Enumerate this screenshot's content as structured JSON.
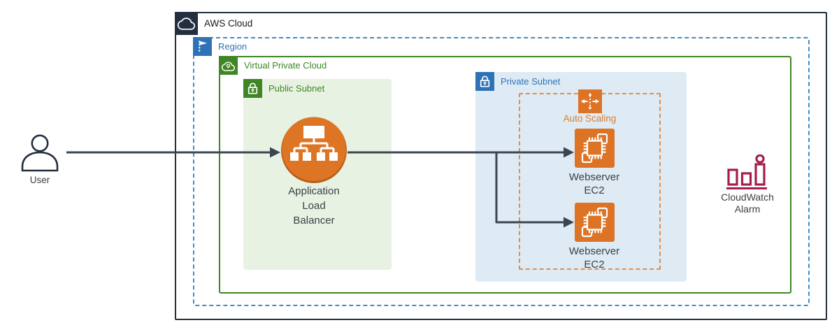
{
  "containers": {
    "aws_cloud": {
      "label": "AWS Cloud"
    },
    "region": {
      "label": "Region"
    },
    "vpc": {
      "label": "Virtual Private Cloud"
    },
    "public_subnet": {
      "label": "Public Subnet"
    },
    "private_subnet": {
      "label": "Private Subnet"
    },
    "auto_scaling": {
      "label": "Auto Scaling"
    }
  },
  "nodes": {
    "user": {
      "label": "User"
    },
    "alb": {
      "label": "Application Load Balancer"
    },
    "ec2_1": {
      "label": "Webserver EC2"
    },
    "ec2_2": {
      "label": "Webserver EC2"
    },
    "cloudwatch_alarm": {
      "label": "CloudWatch Alarm"
    }
  },
  "icons": {
    "aws_cloud": "cloud-icon",
    "region": "flag-icon",
    "vpc": "cloud-lock-icon",
    "public_subnet": "lock-icon",
    "private_subnet": "lock-icon",
    "auto_scaling": "scale-arrows-icon",
    "alb": "load-balancer-network-icon",
    "ec2": "chip-instance-icon",
    "cloudwatch_alarm": "bar-chart-alarm-icon",
    "user": "person-icon"
  },
  "colors": {
    "aws_dark": "#232F3E",
    "region_blue": "#2E73B8",
    "region_border_blue": "#3F8DC6",
    "vpc_green": "#3F8624",
    "public_subnet_fill": "#E8F2E2",
    "private_subnet_fill": "#DEEBF4",
    "icon_orange": "#DD7324",
    "alb_orange_shadow": "#B85C17",
    "auto_scaling_border": "#E18D4D",
    "auto_scaling_text": "#DB7B2B",
    "cloudwatch_crimson": "#A51E4D",
    "arrow_dark": "#3B4450",
    "label_text": "#3B4045"
  }
}
